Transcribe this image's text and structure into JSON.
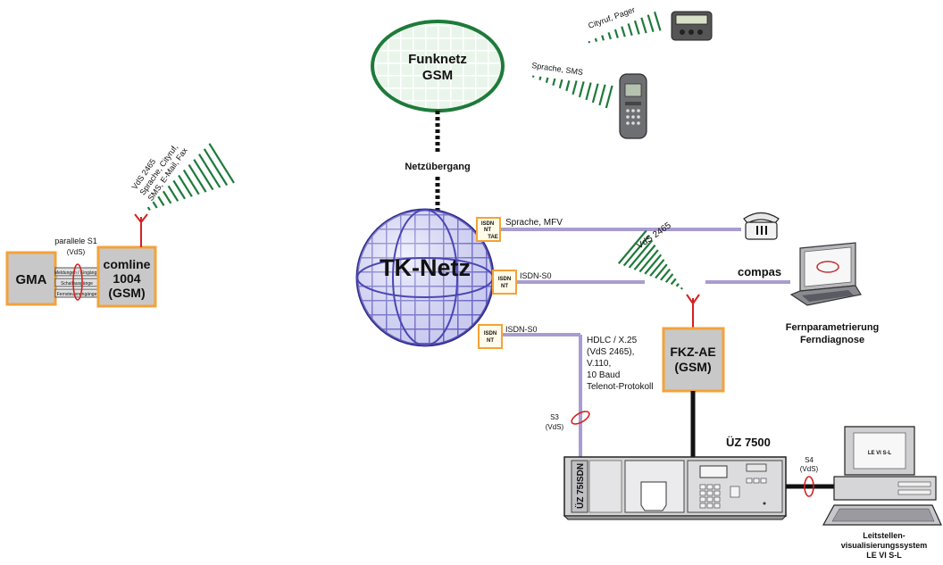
{
  "colors": {
    "orange": "#f3a23a",
    "box_fill": "#c8c8c8",
    "line_lilac": "#a99cd0",
    "green_dark": "#1e7a3a",
    "green_light": "#dff0e0",
    "red": "#d62020",
    "globe_blue": "#4b46b4"
  },
  "left": {
    "gma": "GMA",
    "comline": [
      "comline",
      "1004",
      "(GSM)"
    ],
    "parallel": [
      "parallele S1",
      "(VdS)"
    ],
    "signals": [
      "Meldungen / Eingänge",
      "Schaltausgänge",
      "Fernsteuereingänge"
    ],
    "wireless": [
      "VdS 2465",
      "Sprache, Cityruf,",
      "SMS, E-Mail, Fax"
    ]
  },
  "center": {
    "funknetz": [
      "Funknetz",
      "GSM"
    ],
    "netzuebergang": "Netzübergang",
    "tk_netz": "TK-Netz",
    "badge_nt_tae": [
      "ISDN",
      "NT",
      "TAE"
    ],
    "badge_nt": [
      "ISDN",
      "NT"
    ],
    "sprache_mfv": "Sprache, MFV",
    "isdn_s0_1": "ISDN-S0",
    "isdn_s0_2": "ISDN-S0"
  },
  "top": {
    "cityruf": "Cityruf, Pager",
    "sprache_sms": "Sprache, SMS"
  },
  "right": {
    "vds2465": "VdS 2465",
    "compas": "compas",
    "fern": [
      "Fernparametrierung",
      "Ferndiagnose"
    ],
    "fkz": [
      "FKZ-AE",
      "(GSM)"
    ],
    "hdlc": [
      "HDLC / X.25",
      "(VdS 2465),",
      "V.110,",
      "10 Baud",
      "Telenot-Protokoll"
    ],
    "s3": [
      "S3",
      "(VdS)"
    ],
    "uz": "ÜZ 7500",
    "uz_side": "ÜZ 75ISDN",
    "s4": [
      "S4",
      "(VdS)"
    ],
    "levis_logo": "LE VI S-L",
    "leit": [
      "Leitstellen-",
      "visualisierungssystem",
      "LE VI S-L"
    ]
  }
}
